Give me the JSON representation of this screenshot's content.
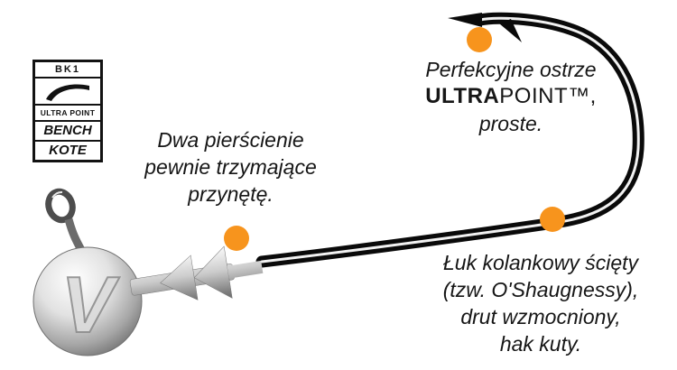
{
  "badge": {
    "model": "BK1",
    "ultra_point": "ULTRA POINT",
    "bench": "BENCH",
    "kote": "KOTE"
  },
  "jighead": {
    "logo": "V"
  },
  "callouts": {
    "collar": {
      "lines": [
        "Dwa pierścienie",
        "pewnie trzymające",
        "przynętę."
      ]
    },
    "point": {
      "line1": "Perfekcyjne ostrze",
      "brand_bold": "ULTRA",
      "brand_rest": "POINT™,",
      "line3": "proste."
    },
    "bend": {
      "lines": [
        "Łuk kolankowy ścięty",
        "(tzw. O'Shaugnessy),",
        "drut wzmocniony,",
        "hak kuty."
      ]
    }
  },
  "colors": {
    "marker": "#F7941D"
  }
}
